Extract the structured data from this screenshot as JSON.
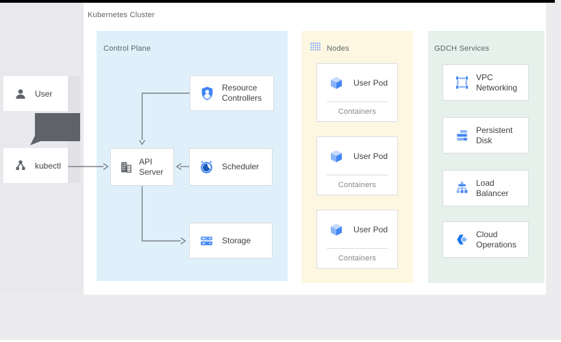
{
  "title": "Kubernetes Cluster",
  "actors": {
    "user": {
      "label": "User",
      "icon": "person-icon"
    },
    "kubectl": {
      "label": "kubectl",
      "icon": "kubectl-branch-icon"
    }
  },
  "control_plane": {
    "label": "Control Plane",
    "components": {
      "resource_controllers": {
        "label": "Resource Controllers",
        "icon": "shield-person-icon"
      },
      "api_server": {
        "label": "API Server",
        "icon": "building-grid-icon"
      },
      "scheduler": {
        "label": "Scheduler",
        "icon": "alarm-clock-icon"
      },
      "storage": {
        "label": "Storage",
        "icon": "stacked-disks-icon"
      }
    }
  },
  "nodes": {
    "label": "Nodes",
    "icon": "dot-grid-icon",
    "pods": [
      {
        "label": "User Pod",
        "sub_label": "Containers",
        "icon": "cube-icon"
      },
      {
        "label": "User Pod",
        "sub_label": "Containers",
        "icon": "cube-icon"
      },
      {
        "label": "User Pod",
        "sub_label": "Containers",
        "icon": "cube-icon"
      }
    ]
  },
  "gdch": {
    "label": "GDCH Services",
    "services": [
      {
        "label": "VPC Networking",
        "icon": "vpc-frame-icon"
      },
      {
        "label": "Persistent Disk",
        "icon": "disk-stack-icon"
      },
      {
        "label": "Load Balancer",
        "icon": "balancer-tree-icon"
      },
      {
        "label": "Cloud Operations",
        "icon": "cloud-ops-icon"
      }
    ]
  },
  "colors": {
    "control_plane_bg": "#dff0fb",
    "nodes_bg": "#fdf7e2",
    "gdch_bg": "#e5f1ea",
    "accent_blue": "#4285f4",
    "icon_gray": "#5f6368",
    "card_border": "#dadce0",
    "arrow_gray": "#7d8085"
  }
}
